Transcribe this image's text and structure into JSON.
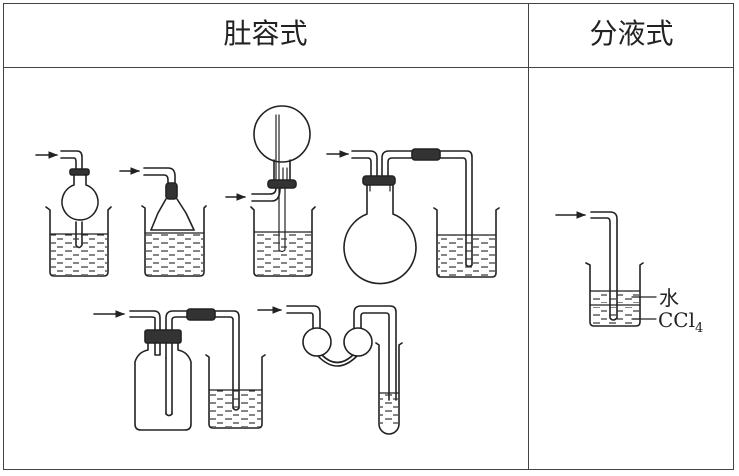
{
  "table": {
    "headers": [
      {
        "label": "肚容式"
      },
      {
        "label": "分液式"
      }
    ]
  },
  "apparatus": {
    "bulb_type": [
      {
        "name": "inverted-funnel-like-bulb-in-beaker"
      },
      {
        "name": "inverted-funnel-in-beaker"
      },
      {
        "name": "round-flask-above-beaker"
      },
      {
        "name": "safety-flask-then-beaker"
      },
      {
        "name": "gas-bottle-then-beaker"
      },
      {
        "name": "double-bulb-tube-to-test-tube"
      }
    ],
    "separation_type": {
      "name": "beaker-with-water-over-ccl4",
      "labels": {
        "water": "水",
        "ccl4_main": "CCl",
        "ccl4_sub": "4"
      }
    }
  }
}
